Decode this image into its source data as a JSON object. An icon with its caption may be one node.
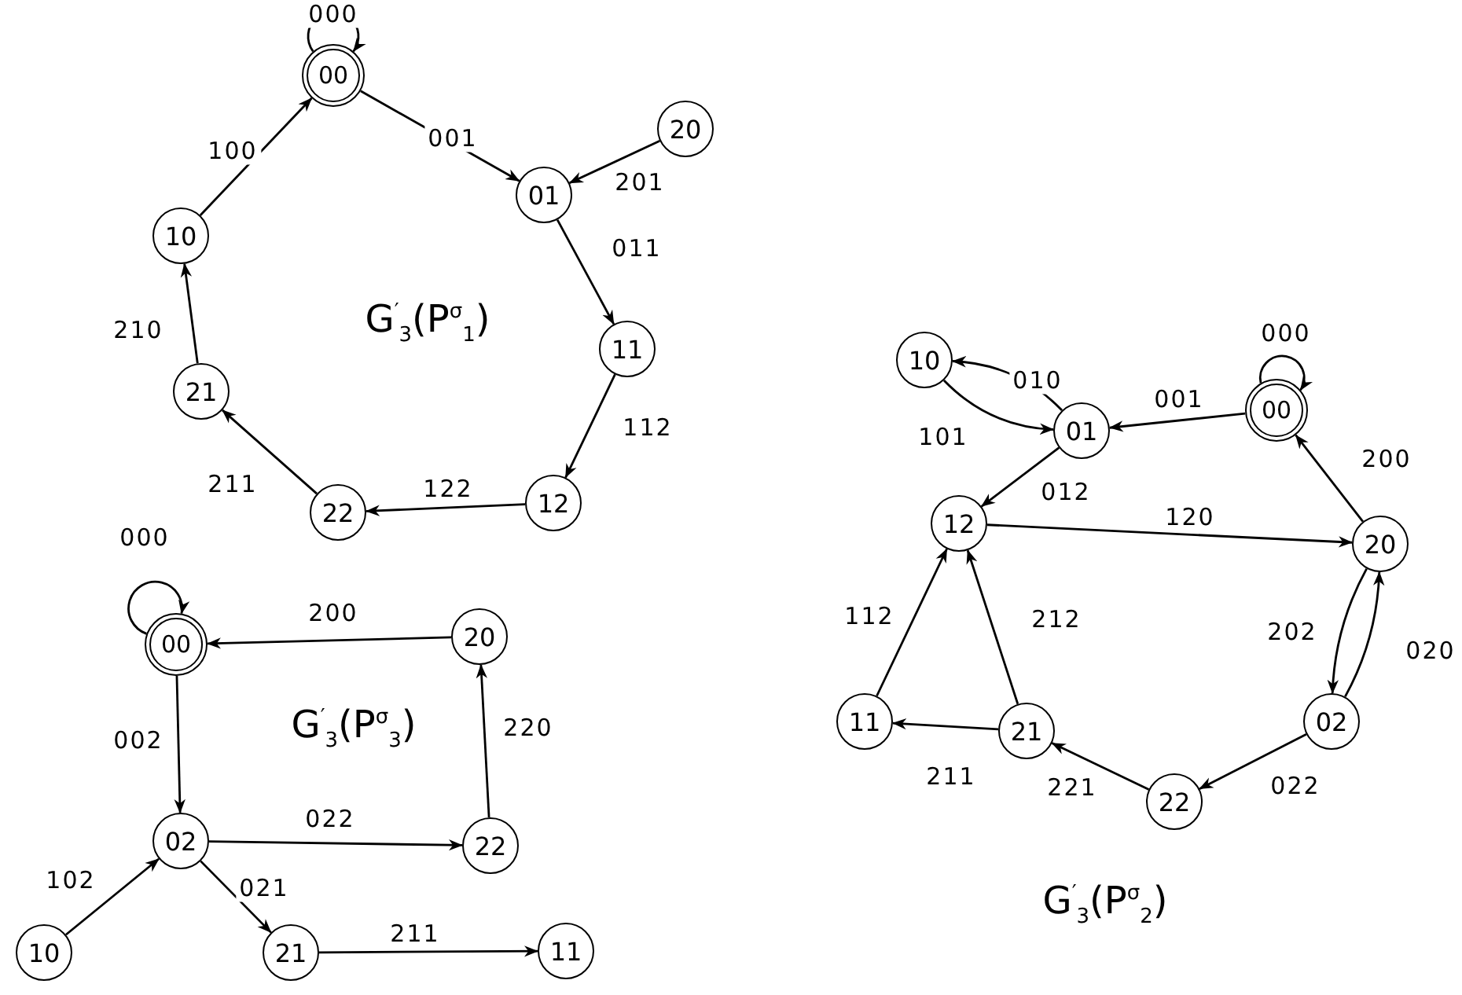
{
  "diagram": {
    "nodes": [
      {
        "text": [
          "00"
        ]
      },
      {
        "text": [
          "01"
        ]
      },
      {
        "text": [
          "20"
        ]
      },
      {
        "text": [
          "11"
        ]
      },
      {
        "text": [
          "12"
        ]
      },
      {
        "text": [
          "22"
        ]
      },
      {
        "text": [
          "21"
        ]
      },
      {
        "text": [
          "10"
        ]
      },
      {
        "text": [
          "10"
        ]
      },
      {
        "text": [
          "01"
        ]
      },
      {
        "text": [
          "00"
        ]
      },
      {
        "text": [
          "12"
        ]
      },
      {
        "text": [
          "20"
        ]
      },
      {
        "text": [
          "11"
        ]
      },
      {
        "text": [
          "21"
        ]
      },
      {
        "text": [
          "02"
        ]
      },
      {
        "text": [
          "22"
        ]
      },
      {
        "text": [
          "00"
        ]
      },
      {
        "text": [
          "20"
        ]
      },
      {
        "text": [
          "02"
        ]
      },
      {
        "text": [
          "22"
        ]
      },
      {
        "text": [
          "10"
        ]
      },
      {
        "text": [
          "21"
        ]
      },
      {
        "text": [
          "11"
        ]
      }
    ],
    "edges": [
      {
        "from": 0,
        "to": 0,
        "arrow": "to",
        "label": "000"
      },
      {
        "from": 0,
        "to": 1,
        "arrow": "to",
        "label": "001"
      },
      {
        "from": 2,
        "to": 1,
        "arrow": "to",
        "label": "201"
      },
      {
        "from": 1,
        "to": 3,
        "arrow": "to",
        "label": "011"
      },
      {
        "from": 3,
        "to": 4,
        "arrow": "to",
        "label": "112"
      },
      {
        "from": 4,
        "to": 5,
        "arrow": "to",
        "label": "122"
      },
      {
        "from": 5,
        "to": 6,
        "arrow": "to",
        "label": "211"
      },
      {
        "from": 6,
        "to": 7,
        "arrow": "to",
        "label": "210"
      },
      {
        "from": 7,
        "to": 0,
        "arrow": "to",
        "label": "100"
      },
      {
        "from": 10,
        "to": 10,
        "arrow": "to",
        "label": "000"
      },
      {
        "from": 10,
        "to": 9,
        "arrow": "to",
        "label": "001"
      },
      {
        "from": 9,
        "to": 8,
        "arrow": "to",
        "label": "010"
      },
      {
        "from": 8,
        "to": 9,
        "arrow": "to",
        "label": "101"
      },
      {
        "from": 9,
        "to": 11,
        "arrow": "to",
        "label": "012"
      },
      {
        "from": 11,
        "to": 12,
        "arrow": "to",
        "label": "120"
      },
      {
        "from": 12,
        "to": 10,
        "arrow": "to",
        "label": "200"
      },
      {
        "from": 12,
        "to": 15,
        "arrow": "to",
        "label": "202"
      },
      {
        "from": 15,
        "to": 12,
        "arrow": "to",
        "label": "020"
      },
      {
        "from": 15,
        "to": 16,
        "arrow": "to",
        "label": "022"
      },
      {
        "from": 16,
        "to": 14,
        "arrow": "to",
        "label": "221"
      },
      {
        "from": 14,
        "to": 11,
        "arrow": "to",
        "label": "212"
      },
      {
        "from": 14,
        "to": 13,
        "arrow": "to",
        "label": "211"
      },
      {
        "from": 13,
        "to": 11,
        "arrow": "to",
        "label": "112"
      },
      {
        "from": 17,
        "to": 17,
        "arrow": "to",
        "label": "000"
      },
      {
        "from": 18,
        "to": 17,
        "arrow": "to",
        "label": "200"
      },
      {
        "from": 17,
        "to": 19,
        "arrow": "to",
        "label": "002"
      },
      {
        "from": 19,
        "to": 20,
        "arrow": "to",
        "label": "022"
      },
      {
        "from": 20,
        "to": 18,
        "arrow": "to",
        "label": "220"
      },
      {
        "from": 21,
        "to": 19,
        "arrow": "to",
        "label": "102"
      },
      {
        "from": 19,
        "to": 22,
        "arrow": "to",
        "label": "021"
      },
      {
        "from": 22,
        "to": 23,
        "arrow": "to",
        "label": "211"
      }
    ],
    "labels": [
      "G$^{′}$$_{3}$(P$^{σ}$$_{1}$)",
      "G$^{′}$$_{3}$(P$^{σ}$$_{2}$)",
      "G$^{′}$$_{3}$(P$^{σ}$$_{3}$)"
    ]
  }
}
